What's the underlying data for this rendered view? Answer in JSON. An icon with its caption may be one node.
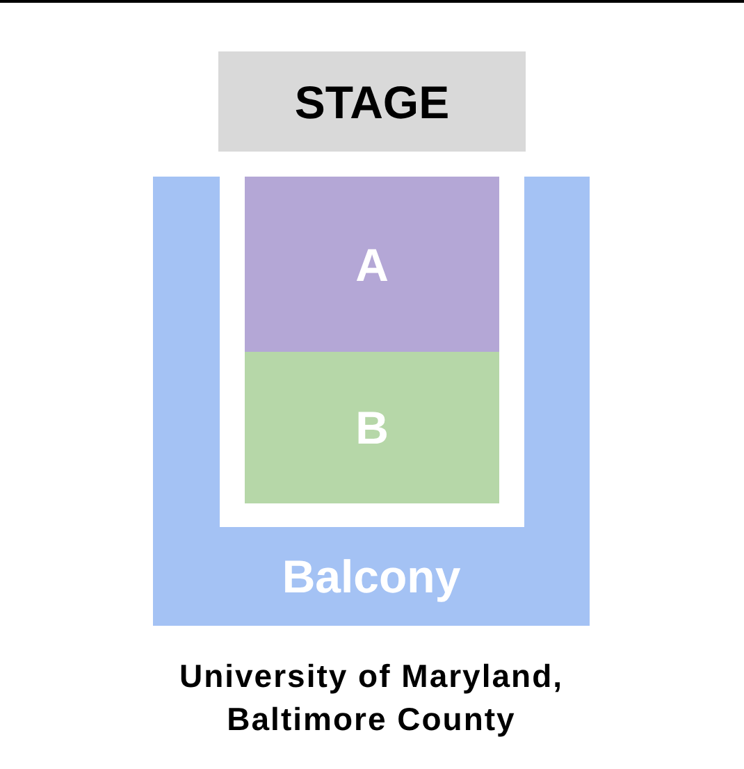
{
  "diagram": {
    "caption": "University of Maryland, Baltimore County",
    "nodes": [
      {
        "text": [
          "STAGE"
        ]
      },
      {
        "text": [
          "A"
        ]
      },
      {
        "text": [
          "B"
        ]
      },
      {
        "text": [
          "Balcony"
        ]
      }
    ]
  }
}
